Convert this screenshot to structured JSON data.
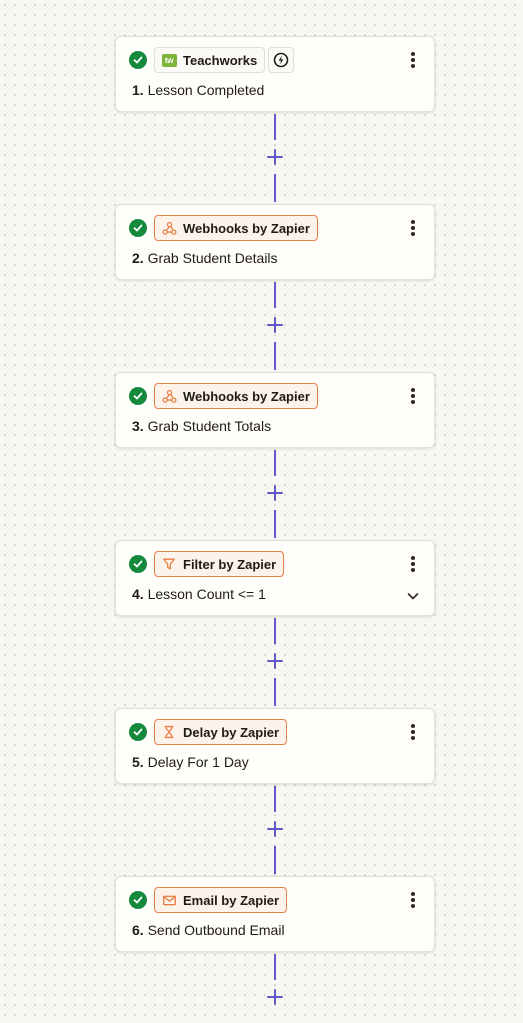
{
  "steps": [
    {
      "number": "1.",
      "title": "Lesson Completed",
      "app": "Teachworks",
      "badge_style": "app",
      "icon": "teachworks-logo",
      "logo_text": "tw",
      "instant": true,
      "expand": false
    },
    {
      "number": "2.",
      "title": "Grab Student Details",
      "app": "Webhooks by Zapier",
      "badge_style": "zapier",
      "icon": "webhook-icon",
      "instant": false,
      "expand": false
    },
    {
      "number": "3.",
      "title": "Grab Student Totals",
      "app": "Webhooks by Zapier",
      "badge_style": "zapier",
      "icon": "webhook-icon",
      "instant": false,
      "expand": false
    },
    {
      "number": "4.",
      "title": "Lesson Count <= 1",
      "app": "Filter by Zapier",
      "badge_style": "zapier",
      "icon": "filter-icon",
      "instant": false,
      "expand": true
    },
    {
      "number": "5.",
      "title": "Delay For 1 Day",
      "app": "Delay by Zapier",
      "badge_style": "zapier",
      "icon": "hourglass-icon",
      "instant": false,
      "expand": false
    },
    {
      "number": "6.",
      "title": "Send Outbound Email",
      "app": "Email by Zapier",
      "badge_style": "zapier",
      "icon": "envelope-icon",
      "instant": false,
      "expand": false
    }
  ],
  "colors": {
    "check": "#168a3c",
    "connector": "#6057c9",
    "zapier_orange": "#e8804a",
    "teachworks_green": "#7db43a",
    "canvas_bg": "#f8f7f3"
  }
}
